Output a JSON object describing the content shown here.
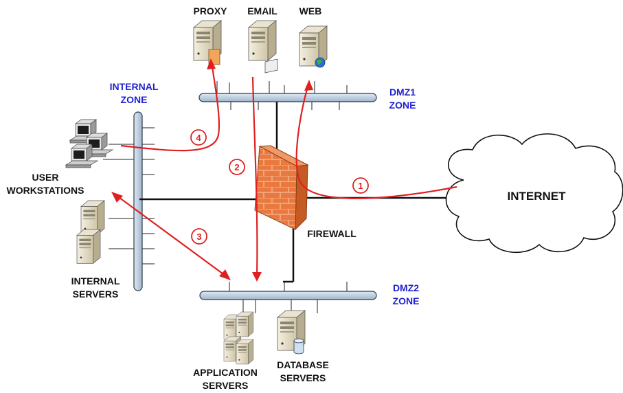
{
  "colors": {
    "zone_label": "#1f1fd0",
    "flow_arrow": "#e02020",
    "bus_fill": "#b9cde0",
    "bus_stroke": "#2a3a4a",
    "firewall": "#e8733a"
  },
  "labels": {
    "proxy": "PROXY",
    "email": "EMAIL",
    "web": "WEB",
    "internal_zone_1": "INTERNAL",
    "internal_zone_2": "ZONE",
    "dmz1_1": "DMZ1",
    "dmz1_2": "ZONE",
    "dmz2_1": "DMZ2",
    "dmz2_2": "ZONE",
    "user_ws_1": "USER",
    "user_ws_2": "WORKSTATIONS",
    "internal_servers_1": "INTERNAL",
    "internal_servers_2": "SERVERS",
    "firewall": "FIREWALL",
    "internet": "INTERNET",
    "app_servers_1": "APPLICATION",
    "app_servers_2": "SERVERS",
    "db_servers_1": "DATABASE",
    "db_servers_2": "SERVERS"
  },
  "flows": [
    "1",
    "2",
    "3",
    "4"
  ],
  "icons": {
    "server": "server-tower-icon",
    "workstation": "desktop-computer-icon",
    "firewall": "brick-firewall-icon",
    "cloud": "cloud-icon",
    "globe": "globe-icon",
    "database": "database-cylinder-icon"
  }
}
